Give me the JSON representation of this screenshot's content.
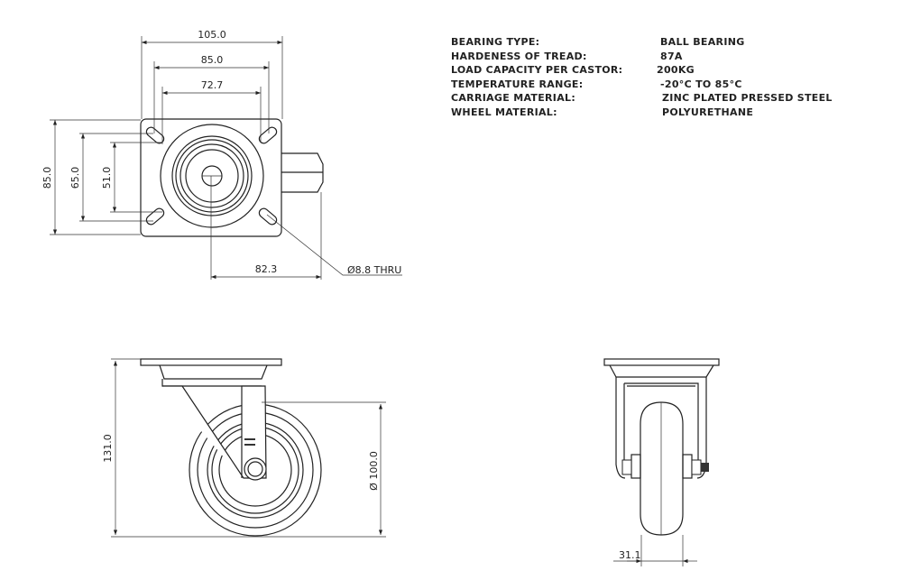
{
  "specs": [
    {
      "label": "BEARING TYPE:",
      "value": "BALL BEARING"
    },
    {
      "label": "HARDENESS OF TREAD:",
      "value": "87A"
    },
    {
      "label": "LOAD CAPACITY PER CASTOR:",
      "value": "200KG"
    },
    {
      "label": "TEMPERATURE RANGE:",
      "value": "-20°C TO 85°C"
    },
    {
      "label": "CARRIAGE MATERIAL:",
      "value": "ZINC PLATED PRESSED STEEL"
    },
    {
      "label": "WHEEL MATERIAL:",
      "value": "POLYURETHANE"
    }
  ],
  "top_view": {
    "plate_width": "105.0",
    "hole_span_x": "85.0",
    "inner_span_x": "72.7",
    "plate_depth": "85.0",
    "hole_span_y": "65.0",
    "inner_span_y": "51.0",
    "swivel_offset": "82.3",
    "hole_note": "Ø8.8 THRU"
  },
  "side_view": {
    "overall_height": "131.0",
    "wheel_diameter": "Ø 100.0"
  },
  "front_view": {
    "wheel_width": "31.1"
  }
}
